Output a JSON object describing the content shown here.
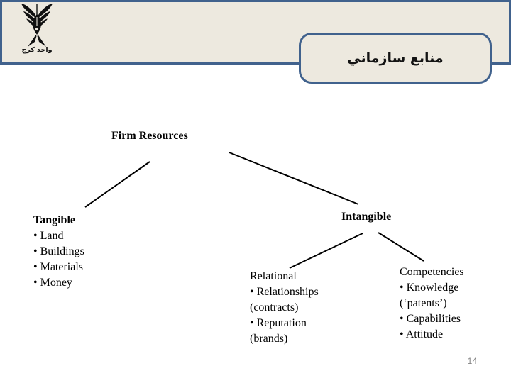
{
  "header": {
    "title": "منابع سازماني",
    "logo_caption": "واحد كرج",
    "colors": {
      "bar_fill": "#EDE9DF",
      "border_blue": "#41628D",
      "title_text": "#141414"
    }
  },
  "diagram": {
    "root_label": "Firm Resources",
    "tangible": {
      "title": "Tangible",
      "lines": [
        "• Land",
        "• Buildings",
        "• Materials",
        "• Money"
      ]
    },
    "intangible": {
      "title": "Intangible"
    },
    "relational": {
      "title": "Relational",
      "lines": [
        "• Relationships",
        "(contracts)",
        "• Reputation",
        "(brands)"
      ]
    },
    "competencies": {
      "title": "Competencies",
      "lines": [
        "• Knowledge",
        "(‘patents’)",
        "• Capabilities",
        "• Attitude"
      ]
    },
    "line_color": "#000000"
  },
  "footer": {
    "page_number": "14"
  }
}
